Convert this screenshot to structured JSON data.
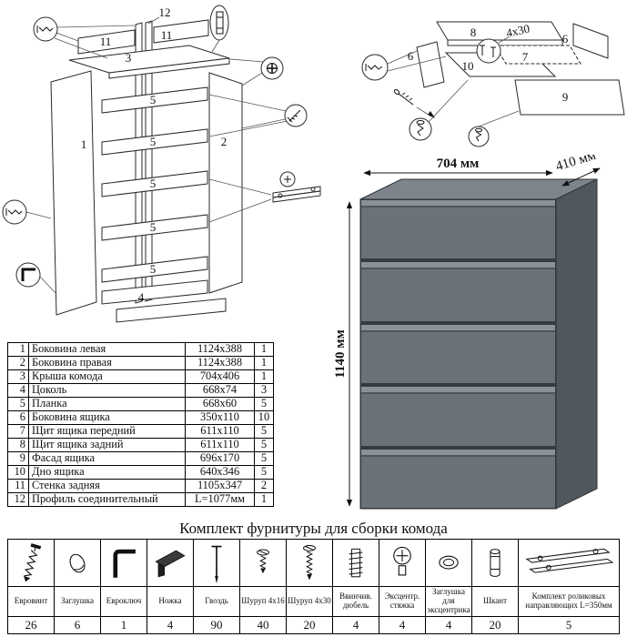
{
  "parts_table": {
    "rows": [
      {
        "num": "1",
        "name": "Боковина левая",
        "size": "1124x388",
        "qty": "1"
      },
      {
        "num": "2",
        "name": "Боковина правая",
        "size": "1124x388",
        "qty": "1"
      },
      {
        "num": "3",
        "name": "Крыша комода",
        "size": "704x406",
        "qty": "1"
      },
      {
        "num": "4",
        "name": "Цоколь",
        "size": "668x74",
        "qty": "3"
      },
      {
        "num": "5",
        "name": "Планка",
        "size": "668x60",
        "qty": "5"
      },
      {
        "num": "6",
        "name": "Боковина ящика",
        "size": "350x110",
        "qty": "10"
      },
      {
        "num": "7",
        "name": "Щит ящика передний",
        "size": "611x110",
        "qty": "5"
      },
      {
        "num": "8",
        "name": "Щит ящика задний",
        "size": "611x110",
        "qty": "5"
      },
      {
        "num": "9",
        "name": "Фасад ящика",
        "size": "696x170",
        "qty": "5"
      },
      {
        "num": "10",
        "name": "Дно ящика",
        "size": "640x346",
        "qty": "5"
      },
      {
        "num": "11",
        "name": "Стенка задняя",
        "size": "1105x347",
        "qty": "2"
      },
      {
        "num": "12",
        "name": "Профиль соединительный",
        "size": "L=1077мм",
        "qty": "1"
      }
    ]
  },
  "hardware": {
    "title": "Комплект фурнитуры для сборки комода",
    "items": [
      {
        "icon": "confirmat-screw",
        "name": "Евровинт",
        "qty": "26"
      },
      {
        "icon": "cap",
        "name": "Заглушка",
        "qty": "6"
      },
      {
        "icon": "hex-key",
        "name": "Евроключ",
        "qty": "1"
      },
      {
        "icon": "leg",
        "name": "Ножка",
        "qty": "4"
      },
      {
        "icon": "nail",
        "name": "Гвоздь",
        "qty": "90"
      },
      {
        "icon": "screw-4x16",
        "name": "Шуруп 4x16",
        "qty": "40"
      },
      {
        "icon": "screw-4x30",
        "name": "Шуруп 4x30",
        "qty": "20"
      },
      {
        "icon": "insert-dowel",
        "name": "Ввинчив. дюбель",
        "qty": "4"
      },
      {
        "icon": "cam-lock",
        "name": "Эксцентр. стяжка",
        "qty": "4"
      },
      {
        "icon": "cam-cap",
        "name": "Заглушка для эксцентрика",
        "qty": "4"
      },
      {
        "icon": "wood-dowel",
        "name": "Шкант",
        "qty": "20"
      },
      {
        "icon": "drawer-slides",
        "name": "Комплект роликовых направляющих L=350мм",
        "qty": "5"
      }
    ]
  },
  "dresser": {
    "width_label": "704 мм",
    "depth_label": "410 мм",
    "height_label": "1140 мм",
    "colors": {
      "gap": "#363b40",
      "drawer": "#6b7379",
      "bevel": "#8a9198",
      "side": "#50575d",
      "top": "#7d848b",
      "outline": "#2f3438"
    }
  },
  "diagrams": {
    "left": {
      "p1": "1",
      "p2": "2",
      "p3": "3",
      "p4": "4",
      "p5": "5",
      "p11": "11",
      "p12": "12"
    },
    "right": {
      "p6": "6",
      "p7": "7",
      "p8": "8",
      "p9": "9",
      "p10": "10",
      "screw_note": "4x30"
    }
  }
}
